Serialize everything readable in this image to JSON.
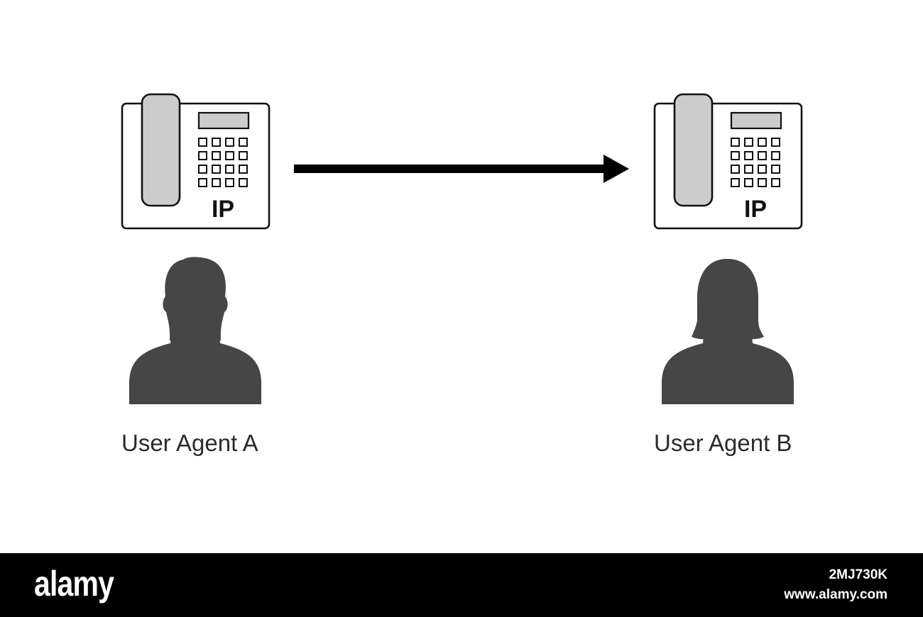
{
  "colors": {
    "background": "#ffffff",
    "outline": "#111111",
    "handset": "#cccccc",
    "silhouette": "#464646",
    "arrow": "#000000",
    "footer": "#000000",
    "footer_text": "#ffffff"
  },
  "phones": [
    {
      "icon": "ip-phone-icon",
      "badge": "IP"
    },
    {
      "icon": "ip-phone-icon",
      "badge": "IP"
    }
  ],
  "agents": [
    {
      "icon": "male-user-icon",
      "label": "User Agent A"
    },
    {
      "icon": "female-user-icon",
      "label": "User Agent B"
    }
  ],
  "connector": {
    "icon": "arrow-right-icon",
    "direction": "A to B"
  },
  "footer": {
    "brand": "alamy",
    "image_id": "2MJ730K",
    "site": "www.alamy.com"
  }
}
